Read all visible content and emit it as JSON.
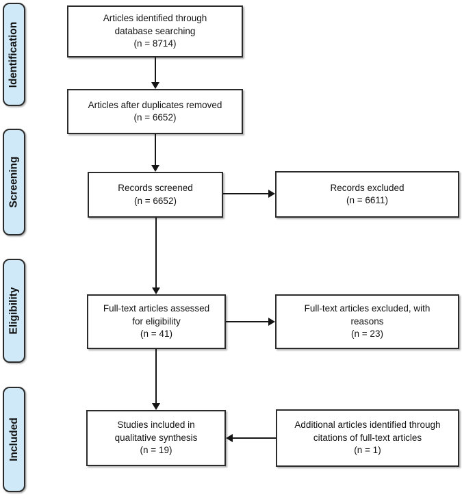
{
  "diagram_type": "PRISMA flow diagram",
  "colors": {
    "stage_fill": "#cfe9f8",
    "stage_border": "#2a2a2a",
    "box_border": "#2b2b2b",
    "arrow": "#151515",
    "background": "#ffffff",
    "text": "#111111"
  },
  "stages": [
    {
      "name": "identification",
      "label": "Identification"
    },
    {
      "name": "screening",
      "label": "Screening"
    },
    {
      "name": "eligibility",
      "label": "Eligibility"
    },
    {
      "name": "included",
      "label": "Included"
    }
  ],
  "flow": {
    "left_column": [
      {
        "name": "identified",
        "lines": [
          "Articles identified through",
          "database searching",
          "(n = 8714)"
        ]
      },
      {
        "name": "duplicates-removed",
        "lines": [
          "Articles after duplicates removed",
          "(n = 6652)"
        ]
      },
      {
        "name": "screened",
        "lines": [
          "Records screened",
          "(n = 6652)"
        ]
      },
      {
        "name": "fulltext-assessed",
        "lines": [
          "Full-text articles assessed",
          "for eligibility",
          "(n = 41)"
        ]
      },
      {
        "name": "included-synthesis",
        "lines": [
          "Studies included in",
          "qualitative synthesis",
          "(n = 19)"
        ]
      }
    ],
    "right_column": [
      {
        "name": "records-excluded",
        "lines": [
          "Records excluded",
          "(n = 6611)"
        ]
      },
      {
        "name": "fulltext-excluded",
        "lines": [
          "Full-text articles excluded, with",
          "reasons",
          "(n = 23)"
        ]
      },
      {
        "name": "additional-citations",
        "lines": [
          "Additional articles identified through",
          "citations of full-text articles",
          "(n = 1)"
        ]
      }
    ]
  },
  "connections": [
    {
      "from": "identified",
      "to": "duplicates-removed",
      "direction": "down"
    },
    {
      "from": "duplicates-removed",
      "to": "screened",
      "direction": "down"
    },
    {
      "from": "screened",
      "to": "records-excluded",
      "direction": "right"
    },
    {
      "from": "screened",
      "to": "fulltext-assessed",
      "direction": "down"
    },
    {
      "from": "fulltext-assessed",
      "to": "fulltext-excluded",
      "direction": "right"
    },
    {
      "from": "fulltext-assessed",
      "to": "included-synthesis",
      "direction": "down"
    },
    {
      "from": "additional-citations",
      "to": "included-synthesis",
      "direction": "left"
    }
  ]
}
